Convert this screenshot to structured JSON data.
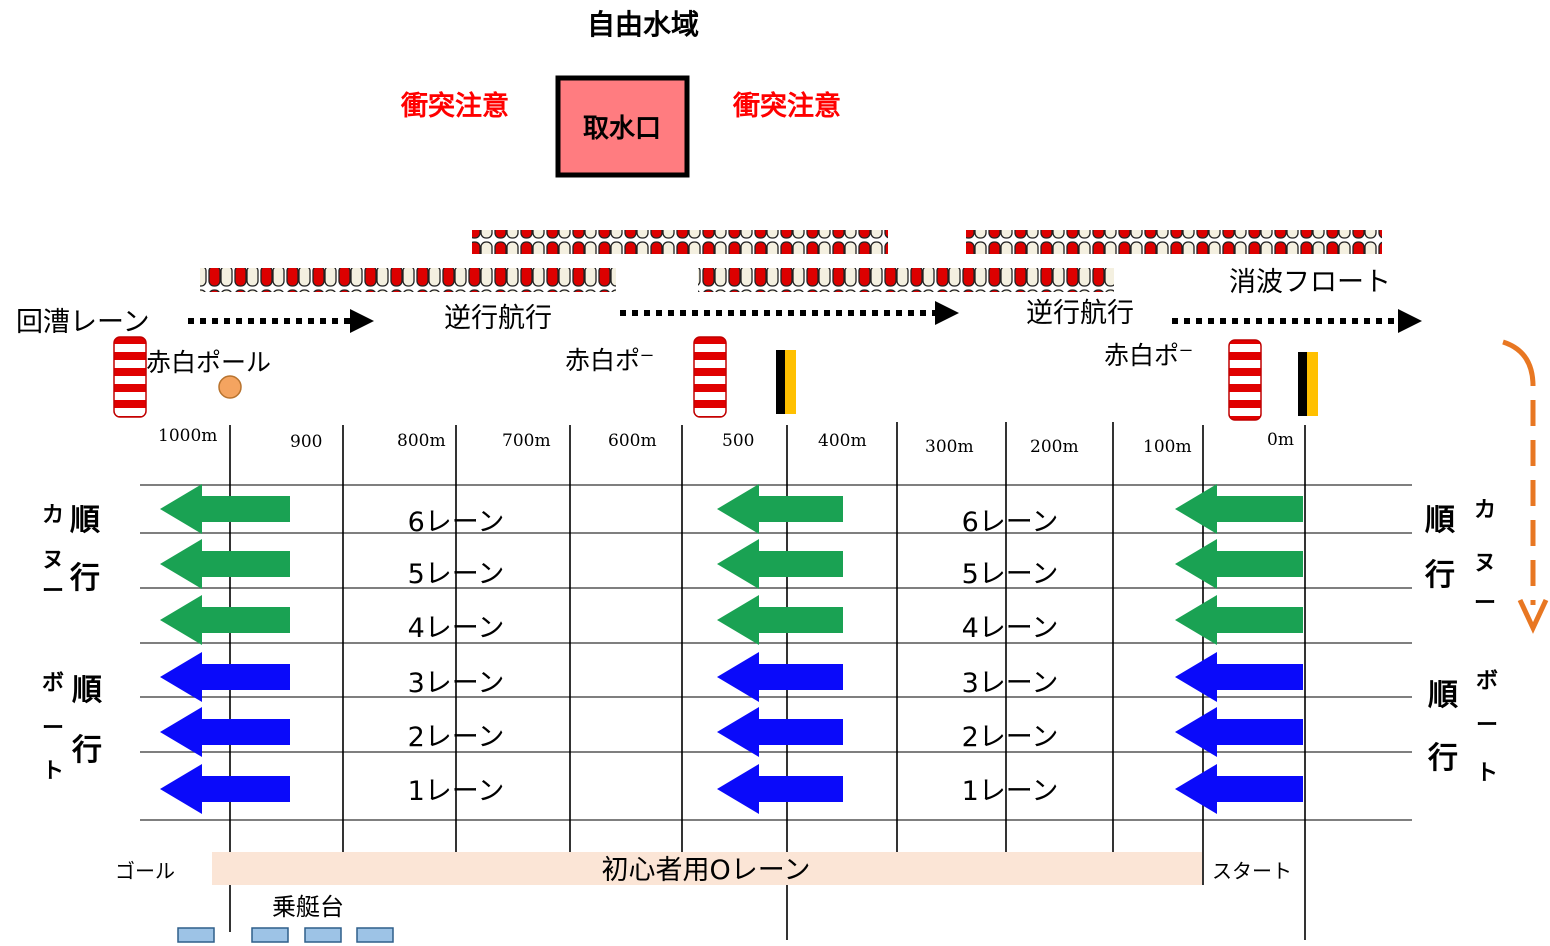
{
  "top": {
    "free_water": "自由水域",
    "intake": "取水口",
    "warning": "衝突注意"
  },
  "labels": {
    "return_lane": "回漕レーン",
    "reverse": "逆行航行",
    "wave_float": "消波フロート",
    "pole": "赤白ポール",
    "pole_short": "赤白ポ",
    "pole_tail": "ー"
  },
  "distances": [
    "1000m",
    "900",
    "800m",
    "700m",
    "600m",
    "500",
    "400m",
    "300m",
    "200m",
    "100m",
    "0m"
  ],
  "lanes": [
    "6レーン",
    "5レーン",
    "4レーン",
    "3レーン",
    "2レーン",
    "1レーン"
  ],
  "groups": {
    "canoe": "カヌー",
    "boat": "ボート",
    "forward": "順行"
  },
  "bottom": {
    "goal": "ゴール",
    "start": "スタート",
    "beginner_lane": "初心者用Oレーン",
    "boarding": "乗艇台"
  },
  "colors": {
    "warning": "#ff0000",
    "intake_fill": "#ff7c80",
    "buoy_red": "#dd0000",
    "canoe_arrow": "#1aa253",
    "boat_arrow": "#0a0afa",
    "beginner_band": "#fbe5d6",
    "marker_ball": "#f4a460",
    "side_arrow": "#e87722",
    "boarding_fill": "#9dc3e6"
  }
}
